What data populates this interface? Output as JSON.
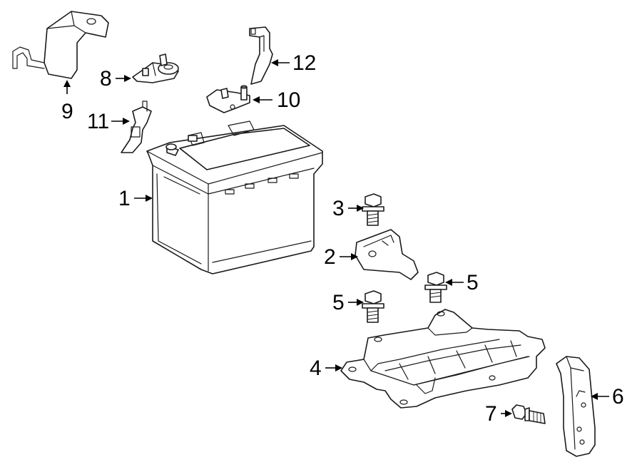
{
  "callouts": [
    {
      "id": "1",
      "label": "1"
    },
    {
      "id": "2",
      "label": "2"
    },
    {
      "id": "3",
      "label": "3"
    },
    {
      "id": "4",
      "label": "4"
    },
    {
      "id": "5a",
      "label": "5"
    },
    {
      "id": "5b",
      "label": "5"
    },
    {
      "id": "6",
      "label": "6"
    },
    {
      "id": "7",
      "label": "7"
    },
    {
      "id": "8",
      "label": "8"
    },
    {
      "id": "9",
      "label": "9"
    },
    {
      "id": "10",
      "label": "10"
    },
    {
      "id": "11",
      "label": "11"
    },
    {
      "id": "12",
      "label": "12"
    }
  ],
  "colors": {
    "line": "#1a1a1a",
    "background": "#ffffff"
  }
}
